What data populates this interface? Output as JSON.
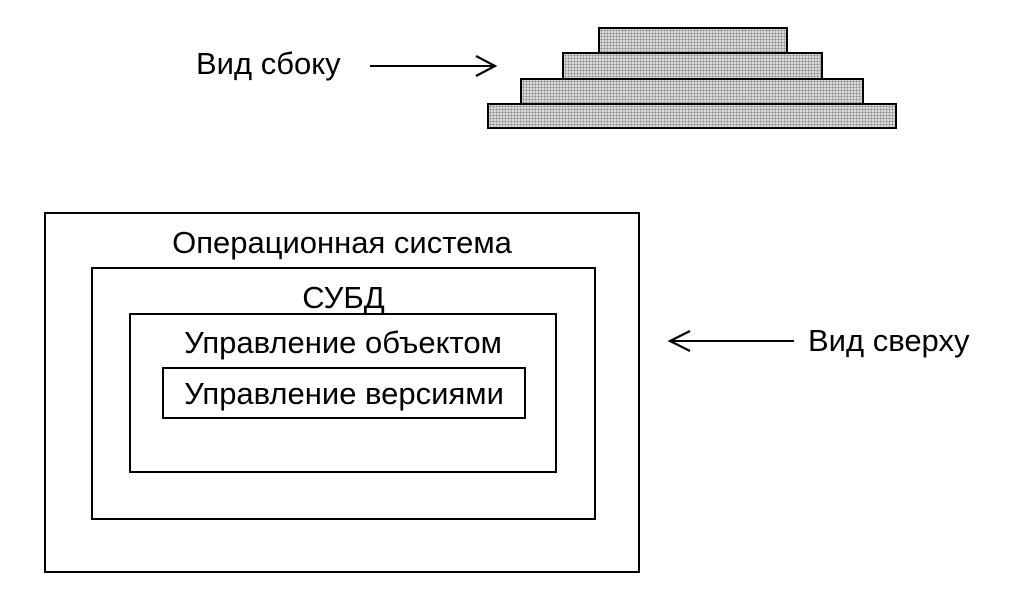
{
  "side_view": {
    "label": "Вид сбоку",
    "layer_count": 4
  },
  "top_view": {
    "label": "Вид сверху"
  },
  "boxes": {
    "os": "Операционная система",
    "dbms": "СУБД",
    "object_management": "Управление объектом",
    "version_management": "Управление версиями"
  },
  "colors": {
    "line": "#000000",
    "layer_fill": "#d9d9d9",
    "background": "#ffffff"
  }
}
